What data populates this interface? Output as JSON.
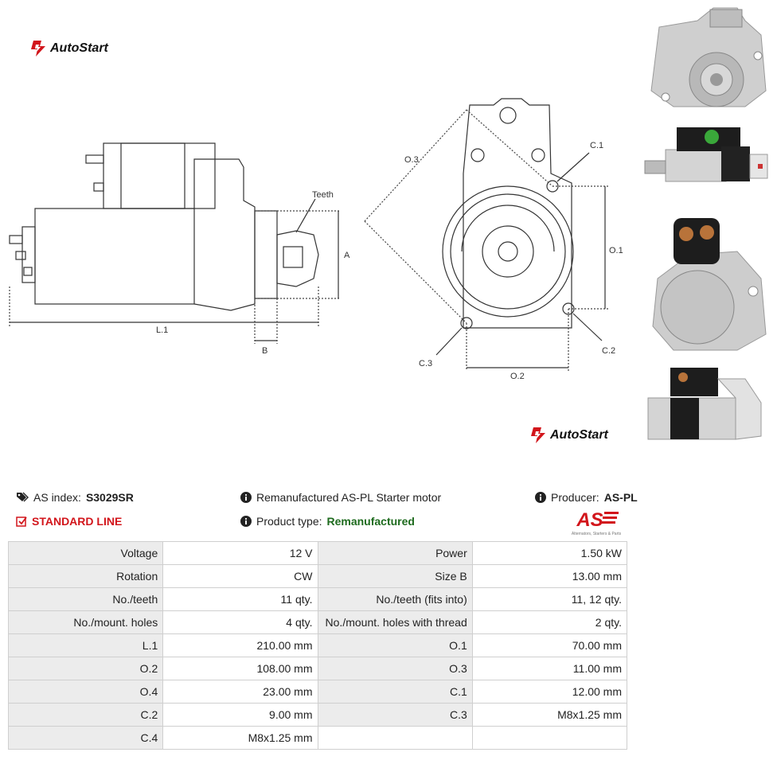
{
  "brand": "AutoStart",
  "header": {
    "as_index_label": "AS index:",
    "as_index_value": "S3029SR",
    "description": "Remanufactured AS-PL Starter motor",
    "producer_label": "Producer:",
    "producer_value": "AS-PL",
    "line": "STANDARD LINE",
    "product_type_label": "Product type:",
    "product_type_value": "Remanufactured",
    "as_logo_text": "AS",
    "as_logo_tagline": "Alternators, Starters & Parts"
  },
  "drawing_labels": {
    "teeth": "Teeth",
    "a": "A",
    "b": "B",
    "l1": "L.1",
    "o1": "O.1",
    "o2": "O.2",
    "o3": "O.3",
    "c1": "C.1",
    "c2": "C.2",
    "c3": "C.3"
  },
  "specs": [
    [
      {
        "k": "Voltage",
        "v": "12 V"
      },
      {
        "k": "Power",
        "v": "1.50 kW"
      }
    ],
    [
      {
        "k": "Rotation",
        "v": "CW"
      },
      {
        "k": "Size B",
        "v": "13.00 mm"
      }
    ],
    [
      {
        "k": "No./teeth",
        "v": "11 qty."
      },
      {
        "k": "No./teeth (fits into)",
        "v": "11, 12 qty."
      }
    ],
    [
      {
        "k": "No./mount. holes",
        "v": "4 qty."
      },
      {
        "k": "No./mount. holes with thread",
        "v": "2 qty."
      }
    ],
    [
      {
        "k": "L.1",
        "v": "210.00 mm"
      },
      {
        "k": "O.1",
        "v": "70.00 mm"
      }
    ],
    [
      {
        "k": "O.2",
        "v": "108.00 mm"
      },
      {
        "k": "O.3",
        "v": "11.00 mm"
      }
    ],
    [
      {
        "k": "O.4",
        "v": "23.00 mm"
      },
      {
        "k": "C.1",
        "v": "12.00 mm"
      }
    ],
    [
      {
        "k": "C.2",
        "v": "9.00 mm"
      },
      {
        "k": "C.3",
        "v": "M8x1.25 mm"
      }
    ],
    [
      {
        "k": "C.4",
        "v": "M8x1.25 mm"
      },
      {
        "k": "",
        "v": ""
      }
    ]
  ],
  "colors": {
    "accent_red": "#d2151b",
    "green": "#1e6b1e",
    "table_key_bg": "#ececec"
  }
}
